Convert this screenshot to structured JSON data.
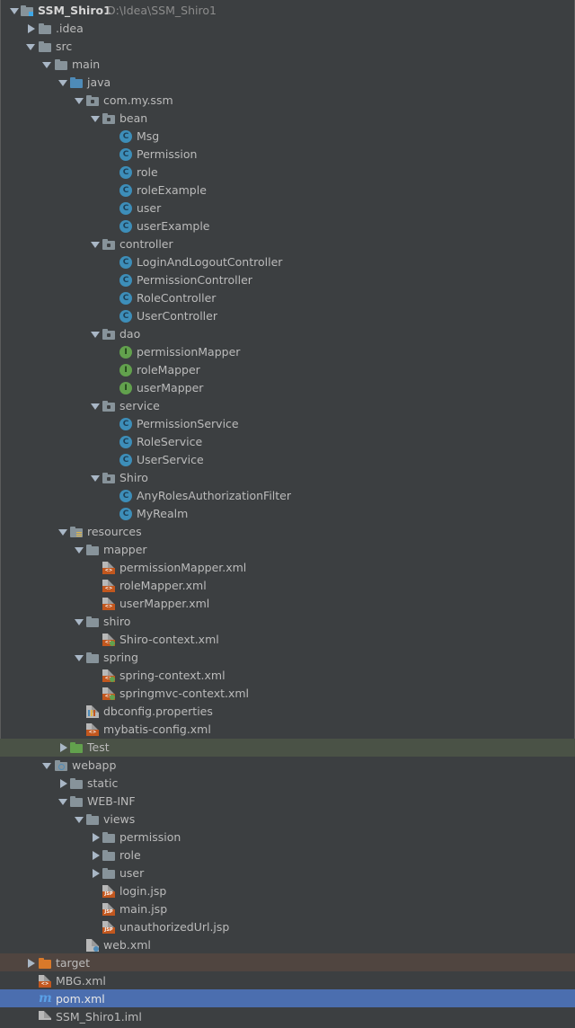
{
  "project": {
    "name": "SSM_Shiro1",
    "path": "D:\\Idea\\SSM_Shiro1"
  },
  "colors": {
    "panel_bg": "#3c3f41",
    "selected_row": "#4b6eaf",
    "test_row": "#4a5246",
    "target_row": "#504540",
    "folder_grey": "#87939a",
    "folder_blue": "#4e8bb8",
    "folder_green": "#62a14d",
    "folder_orange": "#d9792a",
    "class_icon": "#3d8eb9",
    "interface_icon": "#62a14d",
    "xml_icon": "#c2571e"
  },
  "tree": [
    {
      "label": "SSM_Shiro1",
      "path": "D:\\Idea\\SSM_Shiro1",
      "icon": "module-folder-icon",
      "depth": 0,
      "expanded": true
    },
    {
      "label": ".idea",
      "icon": "folder-icon",
      "depth": 1,
      "expanded": false
    },
    {
      "label": "src",
      "icon": "folder-icon",
      "depth": 1,
      "expanded": true
    },
    {
      "label": "main",
      "icon": "folder-icon",
      "depth": 2,
      "expanded": true
    },
    {
      "label": "java",
      "icon": "source-folder-icon",
      "depth": 3,
      "expanded": true
    },
    {
      "label": "com.my.ssm",
      "icon": "package-icon",
      "depth": 4,
      "expanded": true
    },
    {
      "label": "bean",
      "icon": "package-icon",
      "depth": 5,
      "expanded": true
    },
    {
      "label": "Msg",
      "icon": "class-icon",
      "depth": 6
    },
    {
      "label": "Permission",
      "icon": "class-icon",
      "depth": 6
    },
    {
      "label": "role",
      "icon": "class-icon",
      "depth": 6
    },
    {
      "label": "roleExample",
      "icon": "class-icon",
      "depth": 6
    },
    {
      "label": "user",
      "icon": "class-icon",
      "depth": 6
    },
    {
      "label": "userExample",
      "icon": "class-icon",
      "depth": 6
    },
    {
      "label": "controller",
      "icon": "package-icon",
      "depth": 5,
      "expanded": true
    },
    {
      "label": "LoginAndLogoutController",
      "icon": "class-icon",
      "depth": 6
    },
    {
      "label": "PermissionController",
      "icon": "class-icon",
      "depth": 6
    },
    {
      "label": "RoleController",
      "icon": "class-icon",
      "depth": 6
    },
    {
      "label": "UserController",
      "icon": "class-icon",
      "depth": 6
    },
    {
      "label": "dao",
      "icon": "package-icon",
      "depth": 5,
      "expanded": true
    },
    {
      "label": "permissionMapper",
      "icon": "interface-icon",
      "depth": 6
    },
    {
      "label": "roleMapper",
      "icon": "interface-icon",
      "depth": 6
    },
    {
      "label": "userMapper",
      "icon": "interface-icon",
      "depth": 6
    },
    {
      "label": "service",
      "icon": "package-icon",
      "depth": 5,
      "expanded": true
    },
    {
      "label": "PermissionService",
      "icon": "class-icon",
      "depth": 6
    },
    {
      "label": "RoleService",
      "icon": "class-icon",
      "depth": 6
    },
    {
      "label": "UserService",
      "icon": "class-icon",
      "depth": 6
    },
    {
      "label": "Shiro",
      "icon": "package-icon",
      "depth": 5,
      "expanded": true
    },
    {
      "label": "AnyRolesAuthorizationFilter",
      "icon": "class-icon",
      "depth": 6
    },
    {
      "label": "MyRealm",
      "icon": "class-icon",
      "depth": 6
    },
    {
      "label": "resources",
      "icon": "resources-folder-icon",
      "depth": 3,
      "expanded": true
    },
    {
      "label": "mapper",
      "icon": "folder-icon",
      "depth": 4,
      "expanded": true
    },
    {
      "label": "permissionMapper.xml",
      "icon": "xml-file-icon",
      "depth": 5
    },
    {
      "label": "roleMapper.xml",
      "icon": "xml-file-icon",
      "depth": 5
    },
    {
      "label": "userMapper.xml",
      "icon": "xml-file-icon",
      "depth": 5
    },
    {
      "label": "shiro",
      "icon": "folder-icon",
      "depth": 4,
      "expanded": true
    },
    {
      "label": "Shiro-context.xml",
      "icon": "spring-xml-icon",
      "depth": 5
    },
    {
      "label": "spring",
      "icon": "folder-icon",
      "depth": 4,
      "expanded": true
    },
    {
      "label": "spring-context.xml",
      "icon": "spring-xml-icon",
      "depth": 5
    },
    {
      "label": "springmvc-context.xml",
      "icon": "spring-xml-icon",
      "depth": 5
    },
    {
      "label": "dbconfig.properties",
      "icon": "properties-file-icon",
      "depth": 4
    },
    {
      "label": "mybatis-config.xml",
      "icon": "xml-file-icon",
      "depth": 4
    },
    {
      "label": "Test",
      "icon": "test-folder-icon",
      "depth": 3,
      "expanded": false
    },
    {
      "label": "webapp",
      "icon": "web-folder-icon",
      "depth": 2,
      "expanded": true
    },
    {
      "label": "static",
      "icon": "folder-icon",
      "depth": 3,
      "expanded": false
    },
    {
      "label": "WEB-INF",
      "icon": "folder-icon",
      "depth": 3,
      "expanded": true
    },
    {
      "label": "views",
      "icon": "folder-icon",
      "depth": 4,
      "expanded": true
    },
    {
      "label": "permission",
      "icon": "folder-icon",
      "depth": 5,
      "expanded": false
    },
    {
      "label": "role",
      "icon": "folder-icon",
      "depth": 5,
      "expanded": false
    },
    {
      "label": "user",
      "icon": "folder-icon",
      "depth": 5,
      "expanded": false
    },
    {
      "label": "login.jsp",
      "icon": "jsp-file-icon",
      "depth": 5
    },
    {
      "label": "main.jsp",
      "icon": "jsp-file-icon",
      "depth": 5
    },
    {
      "label": "unauthorizedUrl.jsp",
      "icon": "jsp-file-icon",
      "depth": 5
    },
    {
      "label": "web.xml",
      "icon": "web-xml-icon",
      "depth": 4
    },
    {
      "label": "target",
      "icon": "excluded-folder-icon",
      "depth": 1,
      "expanded": false
    },
    {
      "label": "MBG.xml",
      "icon": "xml-file-icon",
      "depth": 1
    },
    {
      "label": "pom.xml",
      "icon": "maven-icon",
      "depth": 1,
      "selected": true
    },
    {
      "label": "SSM_Shiro1.iml",
      "icon": "iml-file-icon",
      "depth": 1
    }
  ]
}
